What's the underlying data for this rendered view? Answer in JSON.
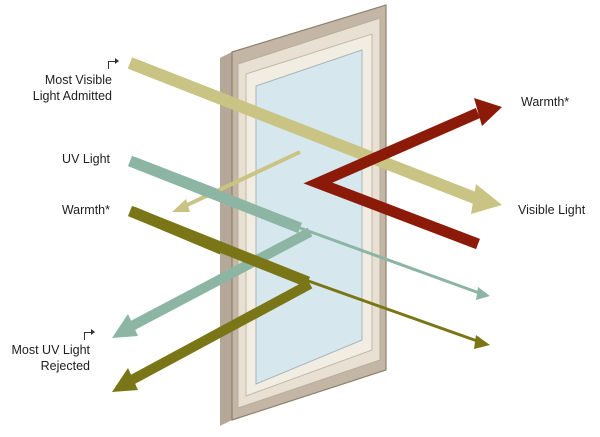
{
  "labels": {
    "most_visible_line1": "Most Visible",
    "most_visible_line2": "Light Admitted",
    "uv_light": "UV Light",
    "warmth_left": "Warmth*",
    "most_uv_line1": "Most UV Light",
    "most_uv_line2": "Rejected",
    "warmth_right": "Warmth*",
    "visible_light": "Visible Light"
  },
  "colors": {
    "visible_light": "#c9c483",
    "uv_light": "#8db5a4",
    "warmth_left": "#7a7617",
    "warmth_right": "#8b1a08",
    "frame_outer": "#b6a898",
    "frame_inner": "#e8e1d3",
    "glass": "#d7e7ee"
  }
}
